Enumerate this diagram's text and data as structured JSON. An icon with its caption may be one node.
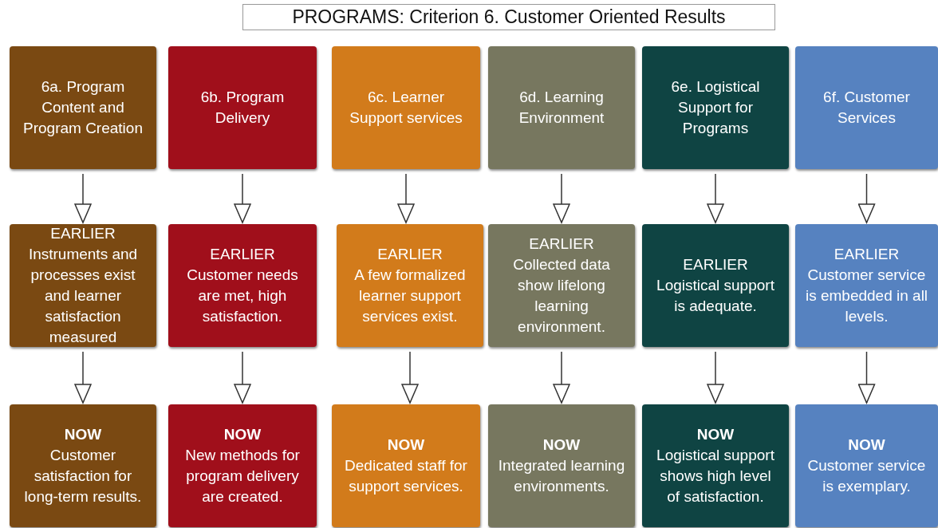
{
  "diagram": {
    "title": "PROGRAMS: Criterion 6. Customer Oriented Results",
    "nodes": [
      {
        "text": [
          "6a. Program Content and Program Creation"
        ]
      },
      {
        "text": [
          "6b. Program Delivery"
        ]
      },
      {
        "text": [
          "6c. Learner Support services"
        ]
      },
      {
        "text": [
          "6d. Learning Environment"
        ]
      },
      {
        "text": [
          "6e. Logistical Support for Programs"
        ]
      },
      {
        "text": [
          "6f. Customer Services"
        ]
      },
      {
        "text": [
          "EARLIER",
          "Instruments and processes exist and learner satisfaction measured"
        ]
      },
      {
        "text": [
          "EARLIER",
          "Customer needs are met, high satisfaction."
        ]
      },
      {
        "text": [
          "EARLIER",
          "A few formalized learner support services exist."
        ]
      },
      {
        "text": [
          "EARLIER",
          "Collected data show lifelong learning environment."
        ]
      },
      {
        "text": [
          "EARLIER",
          "Logistical support is adequate."
        ]
      },
      {
        "text": [
          "EARLIER",
          "Customer service is embedded in all levels."
        ]
      },
      {
        "text": [
          "NOW",
          "Customer satisfaction for long-term results."
        ]
      },
      {
        "text": [
          "NOW",
          "New methods for program delivery are created."
        ]
      },
      {
        "text": [
          "NOW",
          "Dedicated staff for support services."
        ]
      },
      {
        "text": [
          "NOW",
          "Integrated learning environments."
        ]
      },
      {
        "text": [
          "NOW",
          "Logistical support shows high level of satisfaction."
        ]
      },
      {
        "text": [
          "NOW",
          "Customer service is exemplary."
        ]
      }
    ],
    "edges": [
      {
        "from": 0,
        "to": 6,
        "arrow": "to"
      },
      {
        "from": 1,
        "to": 7,
        "arrow": "to"
      },
      {
        "from": 2,
        "to": 8,
        "arrow": "to"
      },
      {
        "from": 3,
        "to": 9,
        "arrow": "to"
      },
      {
        "from": 4,
        "to": 10,
        "arrow": "to"
      },
      {
        "from": 5,
        "to": 11,
        "arrow": "to"
      },
      {
        "from": 6,
        "to": 12,
        "arrow": "to"
      },
      {
        "from": 7,
        "to": 13,
        "arrow": "to"
      },
      {
        "from": 8,
        "to": 14,
        "arrow": "to"
      },
      {
        "from": 9,
        "to": 15,
        "arrow": "to"
      },
      {
        "from": 10,
        "to": 16,
        "arrow": "to"
      },
      {
        "from": 11,
        "to": 17,
        "arrow": "to"
      }
    ]
  }
}
